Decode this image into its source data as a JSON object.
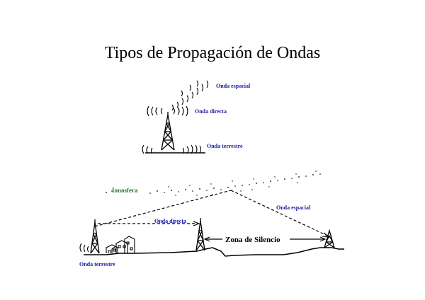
{
  "title": "Tipos de Propagación de Ondas",
  "top_diagram": {
    "label_space_wave": "Onda espacial",
    "label_direct_wave": "Onda directa",
    "label_ground_wave": "Onda terrestre"
  },
  "bottom_diagram": {
    "label_ionosphere": "Ionosfera",
    "label_direct_wave": "Onda directa",
    "label_space_wave": "Onda espacial",
    "label_silence_zone": "Zona de Silencio",
    "label_ground_wave": "Onda terrestre"
  },
  "colors": {
    "label_blue": "#1a1aa8",
    "ionosphere_green": "#2a7d2a",
    "line": "#000000"
  }
}
